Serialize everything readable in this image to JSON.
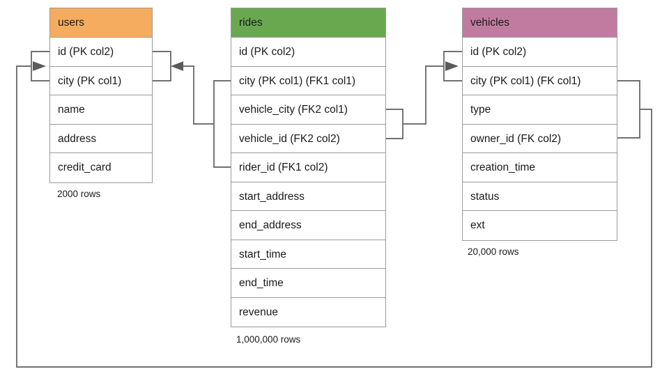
{
  "diagram": {
    "title": "Database schema entity relationship diagram",
    "background_color": "#ffffff",
    "connector_color": "#707070",
    "border_color": "#9a9a9a"
  },
  "tables": [
    {
      "id": "users",
      "name": "users",
      "header_color": "#F5AC5F",
      "row_count_label": "2000 rows",
      "columns": [
        {
          "label": "id (PK col2)"
        },
        {
          "label": "city (PK col1)"
        },
        {
          "label": "name"
        },
        {
          "label": "address"
        },
        {
          "label": "credit_card"
        }
      ]
    },
    {
      "id": "rides",
      "name": "rides",
      "header_color": "#6AA84F",
      "row_count_label": "1,000,000 rows",
      "columns": [
        {
          "label": "id (PK col2)"
        },
        {
          "label": "city (PK col1) (FK1 col1)"
        },
        {
          "label": "vehicle_city (FK2 col1)"
        },
        {
          "label": "vehicle_id (FK2 col2)"
        },
        {
          "label": "rider_id (FK1 col2)"
        },
        {
          "label": "start_address"
        },
        {
          "label": "end_address"
        },
        {
          "label": "start_time"
        },
        {
          "label": "end_time"
        },
        {
          "label": "revenue"
        }
      ]
    },
    {
      "id": "vehicles",
      "name": "vehicles",
      "header_color": "#C27BA0",
      "row_count_label": "20,000 rows",
      "columns": [
        {
          "label": "id (PK col2)"
        },
        {
          "label": "city (PK col1) (FK col1)"
        },
        {
          "label": "type"
        },
        {
          "label": "owner_id (FK col2)"
        },
        {
          "label": "creation_time"
        },
        {
          "label": "status"
        },
        {
          "label": "ext"
        }
      ]
    }
  ],
  "relationships": [
    {
      "id": "rides-fk1-users",
      "from_table": "rides",
      "from_columns": [
        "city (PK col1) (FK1 col1)",
        "rider_id (FK1 col2)"
      ],
      "to_table": "users",
      "to_columns": [
        "id (PK col2)",
        "city (PK col1)"
      ],
      "arrow_direction": "left"
    },
    {
      "id": "rides-fk2-vehicles",
      "from_table": "rides",
      "from_columns": [
        "vehicle_city (FK2 col1)",
        "vehicle_id (FK2 col2)"
      ],
      "to_table": "vehicles",
      "to_columns": [
        "id (PK col2)",
        "city (PK col1) (FK col1)"
      ],
      "arrow_direction": "right"
    },
    {
      "id": "vehicles-fk-users",
      "from_table": "vehicles",
      "from_columns": [
        "city (PK col1) (FK col1)",
        "owner_id (FK col2)"
      ],
      "to_table": "users",
      "to_columns": [
        "id (PK col2)",
        "city (PK col1)"
      ],
      "arrow_direction": "right"
    }
  ]
}
